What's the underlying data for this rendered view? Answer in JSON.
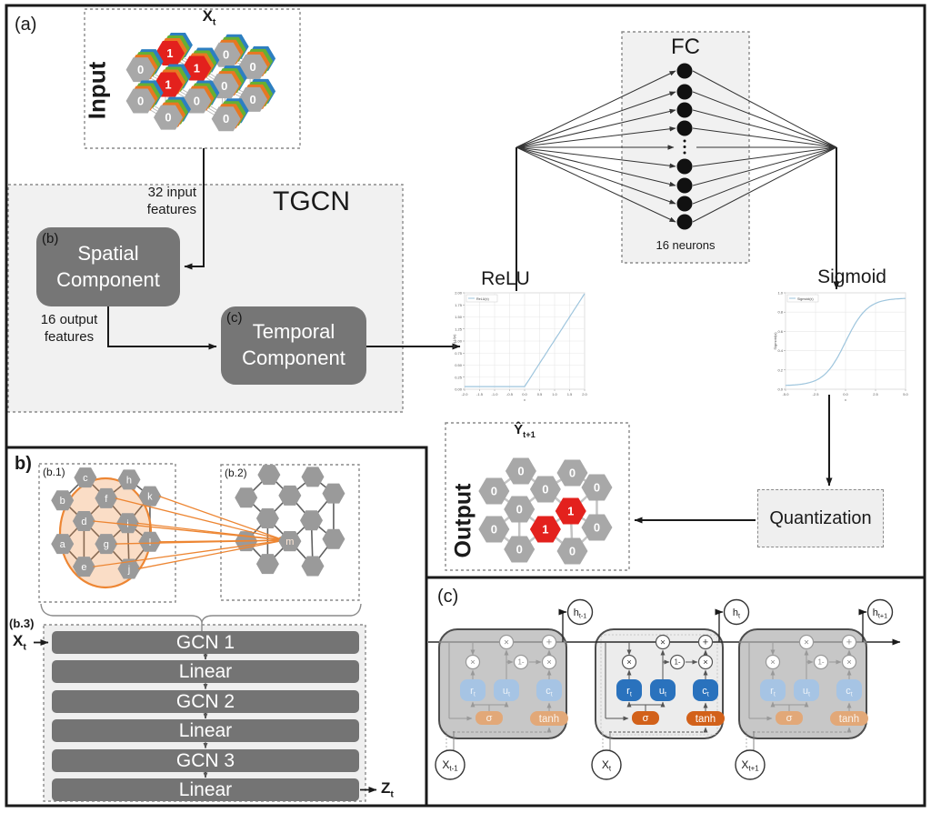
{
  "panel_a": {
    "label": "(a)",
    "input": {
      "title_base": "X",
      "title_sub": "t",
      "side_label": "Input",
      "values": [
        "1",
        "0",
        "0",
        "1",
        "0",
        "1",
        "0",
        "0",
        "0",
        "0",
        "0",
        "0"
      ]
    },
    "arrow1_line1": "32 input",
    "arrow1_line2": "features",
    "tgcn_label": "TGCN",
    "spatial": {
      "tag": "(b)",
      "line1": "Spatial",
      "line2": "Component"
    },
    "arrow2_line1": "16 output",
    "arrow2_line2": "features",
    "temporal": {
      "tag": "(c)",
      "line1": "Temporal",
      "line2": "Component"
    },
    "fc": {
      "title": "FC",
      "caption": "16 neurons",
      "neurons_shown": 8
    },
    "relu": {
      "label": "ReLU",
      "legend": "ReLU(x)",
      "xlabel": "x",
      "ylabel": "ReLU(x)",
      "xticks": [
        "-2.0",
        "-1.5",
        "-1.0",
        "-0.5",
        "0.0",
        "0.5",
        "1.0",
        "1.5",
        "2.0"
      ],
      "yticks": [
        "0.00",
        "0.25",
        "0.50",
        "0.75",
        "1.00",
        "1.25",
        "1.50",
        "1.75",
        "2.00"
      ]
    },
    "sigmoid": {
      "label": "Sigmoid",
      "legend": "Sigmoid(x)",
      "xlabel": "x",
      "ylabel": "Sigmoid(x)",
      "xticks": [
        "-5.0",
        "-2.5",
        "0.0",
        "2.5",
        "5.0"
      ],
      "yticks": [
        "0.0",
        "0.2",
        "0.4",
        "0.6",
        "0.8",
        "1.0"
      ]
    },
    "quantization_label": "Quantization",
    "output": {
      "title_base": "Ŷ",
      "title_sub": "t+1",
      "side_label": "Output",
      "values": [
        "0",
        "0",
        "0",
        "0",
        "0",
        "0",
        "1",
        "0",
        "1",
        "0",
        "0",
        "0"
      ]
    }
  },
  "panel_b": {
    "label": "b)",
    "b1": {
      "tag": "(b.1)",
      "node_labels": [
        "c",
        "h",
        "b",
        "f",
        "k",
        "d",
        "i",
        "a",
        "g",
        "l",
        "e",
        "j"
      ]
    },
    "b2": {
      "tag": "(b.2)",
      "center_label": "m"
    },
    "b3": {
      "tag": "(b.3)",
      "layers": [
        "GCN 1",
        "Linear",
        "GCN 2",
        "Linear",
        "GCN 3",
        "Linear"
      ],
      "input_base": "X",
      "input_sub": "t",
      "output_base": "Z",
      "output_sub": "t"
    }
  },
  "panel_c": {
    "label": "(c)",
    "ops": {
      "mul": "×",
      "add": "+",
      "one_minus": "1-"
    },
    "cells": [
      {
        "h_base": "h",
        "h_sub": "t-1",
        "x_base": "X",
        "x_sub": "t-1",
        "gate_r": "r",
        "gate_u": "u",
        "gate_c": "c",
        "gate_sub": "t",
        "sigma": "σ",
        "tanh": "tanh",
        "highlight": false
      },
      {
        "h_base": "h",
        "h_sub": "t",
        "x_base": "X",
        "x_sub": "t",
        "gate_r": "r",
        "gate_u": "u",
        "gate_c": "c",
        "gate_sub": "t",
        "sigma": "σ",
        "tanh": "tanh",
        "highlight": true
      },
      {
        "h_base": "h",
        "h_sub": "t+1",
        "x_base": "X",
        "x_sub": "t+1",
        "gate_r": "r",
        "gate_u": "u",
        "gate_c": "c",
        "gate_sub": "t",
        "sigma": "σ",
        "tanh": "tanh",
        "highlight": false
      }
    ]
  },
  "colors": {
    "red_node": "#e3211d",
    "gray_node": "#a8a8a8",
    "layer_blue": "#2d7fc1",
    "layer_green": "#66b032",
    "layer_orange": "#e87722",
    "component_gray": "#767676",
    "bar_gray": "#747474",
    "orange_accent": "#ed8633",
    "gru_blue": "#2a72bd",
    "gru_blue_faded": "#a6c4e4",
    "gru_orange": "#d2611a",
    "gru_orange_faded": "#e2a878",
    "plot_line": "#9ec5dd",
    "dashed_fill": "#f1f1f1"
  }
}
